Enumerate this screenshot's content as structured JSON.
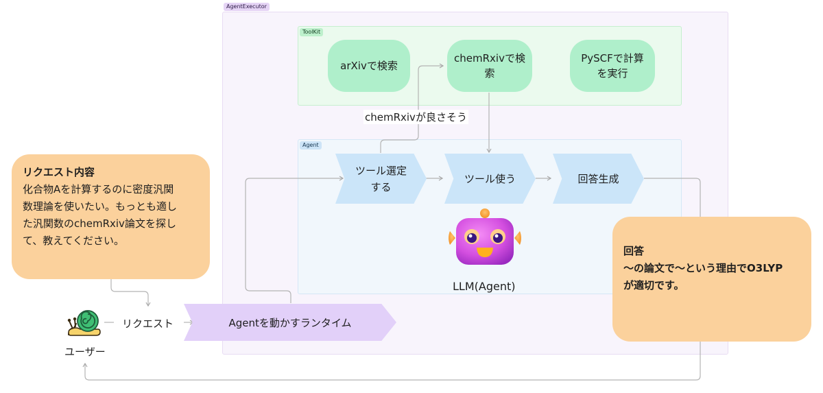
{
  "frames": {
    "executor_tag": "AgentExecutor",
    "toolkit_tag": "ToolKit",
    "agent_tag": "Agent"
  },
  "tools": [
    {
      "label": "arXivで検索"
    },
    {
      "label": "chemRxivで検\n索"
    },
    {
      "label": "PySCFで計算\nを実行"
    }
  ],
  "steps": [
    {
      "label": "ツール選定\nする"
    },
    {
      "label": "ツール使う"
    },
    {
      "label": "回答生成"
    }
  ],
  "edge_label": "chemRxivが良さそう",
  "agent_label": "LLM(Agent)",
  "request_note": {
    "title": "リクエスト内容",
    "body": "化合物Aを計算するのに密度汎関\n数理論を使いたい。もっとも適し\nた汎関数のchemRxiv論文を探し\nて、教えてください。"
  },
  "answer_note": {
    "title": "回答",
    "body": "〜の論文で〜という理由でO3LYP\nが適切です。"
  },
  "user": {
    "label": "ユーザー",
    "icon": "snail-icon"
  },
  "request_label": "リクエスト",
  "runtime_label": "Agentを動かすランタイム",
  "colors": {
    "executor_frame": "#f8f4fc",
    "toolkit_frame": "#ebfaee",
    "agent_frame": "#f1f7fc",
    "tool_node": "#afefcb",
    "step_chevron": "#cbe5f9",
    "runtime_chevron": "#e2d0f9",
    "note": "#fbd19c",
    "wire": "#b3b3b3"
  }
}
